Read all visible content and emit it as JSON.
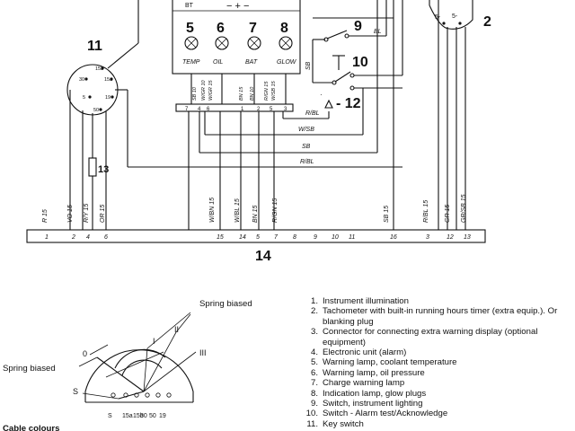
{
  "top_labels": {
    "label_bt": "BT",
    "polarity": "− + −",
    "bl": "BL",
    "sb": "SB",
    "rbl": "R/BL",
    "wsb": "W/SB",
    "sb2": "SB",
    "rbl2": "R/BL"
  },
  "lamps": [
    {
      "number": "5",
      "label": "TEMP"
    },
    {
      "number": "6",
      "label": "OIL"
    },
    {
      "number": "7",
      "label": "BAT"
    },
    {
      "number": "8",
      "label": "GLOW"
    }
  ],
  "callouts": {
    "c11": "11",
    "c2": "2",
    "c9": "9",
    "c10": "10",
    "c12": "- 12",
    "c13": "13",
    "c14": "14"
  },
  "gauge_pins": [
    "30",
    "15a",
    "5",
    "19",
    "50",
    "15b"
  ],
  "cluster_wires": [
    "SB 10",
    "W/GR 10",
    "W/GR 15",
    "BN 15",
    "BN 10",
    "R/GN 15",
    "W/SB 15"
  ],
  "cluster_pins": [
    "7",
    "4",
    "6",
    "",
    "",
    "1",
    "2",
    "5",
    "3"
  ],
  "wires_left": [
    "R 15",
    "VO 15",
    "R/Y 15",
    "OR 15"
  ],
  "wires_mid": [
    "W/BN 15",
    "W/BL 15",
    "BN 15",
    "R/GN 15"
  ],
  "wires_right": [
    "SB 15",
    "R/BL 15",
    "GR 15",
    "GR/SB 15"
  ],
  "terminal_pins": [
    "1",
    "2",
    "4",
    "6",
    "15",
    "14",
    "5",
    "7",
    "8",
    "9",
    "10",
    "11",
    "16",
    "3",
    "12",
    "13"
  ],
  "switch": {
    "spring_top": "Spring biased",
    "spring_left": "Spring biased",
    "positions": [
      "0",
      "I",
      "II",
      "III",
      "S"
    ],
    "terminals": [
      "S",
      "15a",
      "15b",
      "30",
      "50",
      "19"
    ],
    "caption": "Cable colours"
  },
  "legend": [
    {
      "n": "1.",
      "text": "Instrument illumination"
    },
    {
      "n": "2.",
      "text": "Tachometer with built-in running hours timer (extra equip.). Or blanking plug"
    },
    {
      "n": "3.",
      "text": "Connector for connecting extra warning display (optional equipment)"
    },
    {
      "n": "4.",
      "text": "Electronic unit (alarm)"
    },
    {
      "n": "5.",
      "text": "Warning lamp, coolant temperature"
    },
    {
      "n": "6.",
      "text": "Warning lamp, oil pressure"
    },
    {
      "n": "7.",
      "text": "Charge warning lamp"
    },
    {
      "n": "8.",
      "text": "Indication lamp, glow plugs"
    },
    {
      "n": "9.",
      "text": "Switch, instrument lighting"
    },
    {
      "n": "10.",
      "text": "Switch - Alarm test/Acknowledge"
    },
    {
      "n": "11.",
      "text": "Key switch"
    }
  ]
}
